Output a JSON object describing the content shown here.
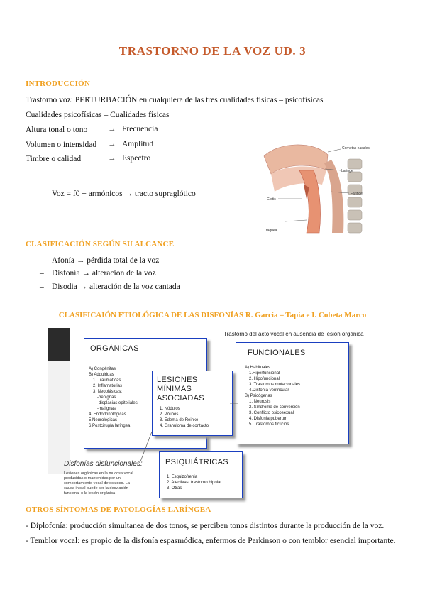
{
  "title": "TRASTORNO DE LA VOZ UD. 3",
  "intro": {
    "heading": "INTRODUCCIÓN",
    "line1": "Trastorno voz: PERTURBACIÓN en cualquiera de las tres cualidades físicas – psicofísicas",
    "line2": "Cualidades psicofísicas – Cualidades físicas",
    "rows": [
      {
        "label": "Altura tonal o tono",
        "arrow": "→",
        "value": "Frecuencia"
      },
      {
        "label": "Volumen o intensidad",
        "arrow": "→",
        "value": "Amplitud"
      },
      {
        "label": "Timbre o calidad",
        "arrow": "→",
        "value": "Espectro"
      }
    ],
    "formula": "Voz = f0 + armónicos → tracto supraglótico"
  },
  "anatomy": {
    "labels": [
      "Cornetas nasales",
      "Laringe",
      "Faringe",
      "Glotis",
      "Tráquea"
    ]
  },
  "alcance": {
    "heading": "CLASIFICACIÓN SEGÚN SU ALCANCE",
    "items": [
      {
        "dash": "–",
        "term": "Afonía",
        "arrow": "→",
        "desc": "pérdida total de la voz"
      },
      {
        "dash": "–",
        "term": "Disfonía",
        "arrow": "→",
        "desc": "alteración de la voz"
      },
      {
        "dash": "–",
        "term": "Disodia",
        "arrow": "→",
        "desc": "alteración de la voz cantada"
      }
    ]
  },
  "etiologica": {
    "heading": "CLASIFICAIÓN ETIOLÓGICA DE LAS DISFONÍAS R. García – Tapia e I. Cobeta Marco",
    "caption": "Trastorno del acto vocal en ausencia de lesión orgánica",
    "organicas": {
      "title": "ORGÁNICAS",
      "items": [
        "A) Congénitas",
        "B) Adquiridas",
        "1. Traumáticas",
        "2. Inflamatorias",
        "3. Neoplásicas:",
        "-benignas",
        "-displasias epiteliales",
        "-malignas",
        "4. Endodrinológicas",
        "5.Neurológicas",
        "6.Postcirugía laríngea"
      ]
    },
    "lesiones": {
      "title": "LESIONES MÍNIMAS ASOCIADAS",
      "items": [
        "1. Nódulos",
        "2. Pólipos",
        "3. Edema de Reinke",
        "4. Granuloma de contacto"
      ]
    },
    "funcionales": {
      "title": "FUNCIONALES",
      "items": [
        "A) Habituales",
        "1.Hiperfuncional",
        "2. Hipofuncional",
        "3. Trastornos mutacionales",
        "4.Disfonía ventricular",
        "B) Psicógenas",
        "1. Neurosis",
        "2. Síndrome de conversión",
        "3. Conflicto psicosexual",
        "4. Disfonía puberum",
        "5. Trastornos ficticios"
      ]
    },
    "psiquiatricas": {
      "title": "PSIQUIÁTRICAS",
      "items": [
        "1. Esquizofrenia",
        "2. Afectivas: trastorno bipolar",
        "3. Otras"
      ]
    },
    "disfuncionales": {
      "title": "Disfonías disfuncionales:",
      "lines": [
        "Lesiones orgánicas en la mucosa vocal",
        "producidas o mantenidas por un",
        "comportamiento vocal defectuoso. La",
        "causa inicial puede ser la desviación",
        "funcional o la lesión orgánica"
      ]
    }
  },
  "otros": {
    "heading": "OTROS SÍNTOMAS DE PATOLOGÍAS LARÍNGEA",
    "p1": "- Diplofonía: producción simultanea de dos tonos, se perciben tonos distintos durante la producción de la voz.",
    "p2": "- Temblor vocal: es propio de la disfonía espasmódica, enfermos de Parkinson o con temblor esencial importante."
  },
  "colors": {
    "title": "#c55a2b",
    "heading": "#f0a020",
    "box_border": "#1a3fc0"
  }
}
